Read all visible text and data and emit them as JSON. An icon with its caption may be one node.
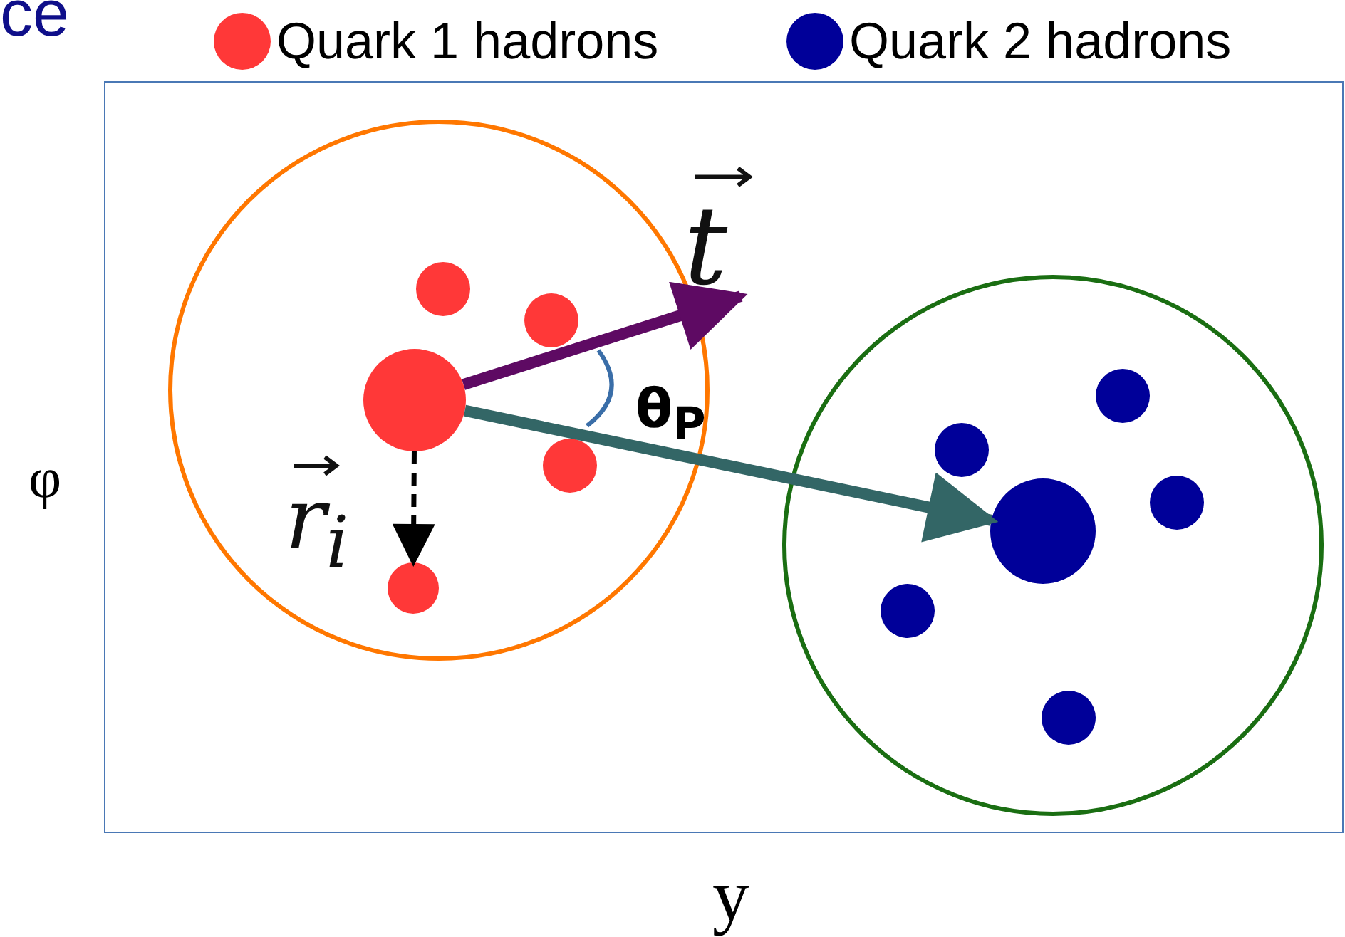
{
  "diagram": {
    "nodes": [
      {
        "text": [],
        "shape": "circle"
      },
      {
        "text": [],
        "shape": "circle",
        "in": 0
      },
      {
        "text": [],
        "shape": "circle",
        "in": 0
      },
      {
        "text": [],
        "shape": "circle",
        "in": 0
      },
      {
        "text": [],
        "shape": "circle",
        "in": 0
      },
      {
        "text": [],
        "shape": "circle",
        "in": 0
      },
      {
        "text": [],
        "shape": "circle"
      },
      {
        "text": [],
        "shape": "circle",
        "in": 6
      },
      {
        "text": [],
        "shape": "circle",
        "in": 6
      },
      {
        "text": [],
        "shape": "circle",
        "in": 6
      },
      {
        "text": [],
        "shape": "circle",
        "in": 6
      },
      {
        "text": [],
        "shape": "circle",
        "in": 6
      },
      {
        "text": [],
        "shape": "circle",
        "in": 6
      }
    ],
    "edges": [
      {
        "from": 3,
        "to": null,
        "arrow": "to",
        "label": "t",
        "color": "#5e0a63"
      },
      {
        "from": 3,
        "to": 10,
        "arrow": "to",
        "color": "#336666"
      },
      {
        "from": 3,
        "to": 5,
        "arrow": "to",
        "label": "r$_{i}$",
        "style": "dashed",
        "color": "#000000"
      }
    ],
    "labels": [
      "ce",
      "θ$_{P}$",
      "φ",
      "y"
    ],
    "legend": [
      {
        "text": "Quark 1 hadrons",
        "color": "#ff3838"
      },
      {
        "text": "Quark 2 hadrons",
        "color": "#000099"
      }
    ]
  }
}
